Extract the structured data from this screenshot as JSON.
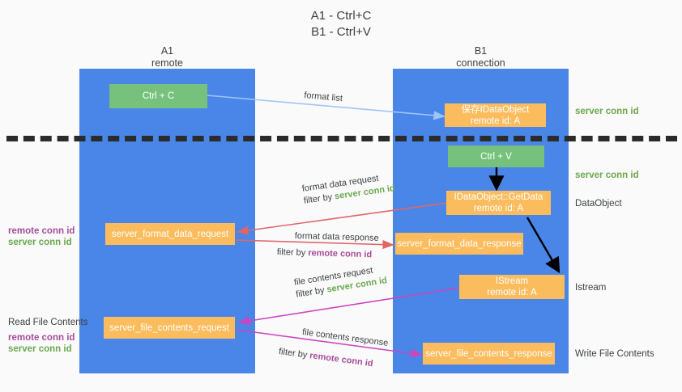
{
  "title": {
    "line1": "A1 - Ctrl+C",
    "line2": "B1 - Ctrl+V"
  },
  "columns": [
    {
      "id": "a1",
      "name": "A1",
      "subtitle": "remote",
      "color": "#4a86e8"
    },
    {
      "id": "b1",
      "name": "B1",
      "subtitle": "connection",
      "color": "#4a86e8"
    }
  ],
  "nodes": {
    "ctrl_c": {
      "label": "Ctrl + C",
      "color": "#76c27d"
    },
    "save_dataobject": {
      "line1": "保存IDataObject",
      "line2": "remote id: A",
      "color": "#fbbc5e"
    },
    "ctrl_v": {
      "label": "Ctrl + V",
      "color": "#76c27d"
    },
    "getdata": {
      "line1": "IDataObject::GetData",
      "line2": "remote id: A",
      "color": "#fbbc5e"
    },
    "format_data_request": {
      "label": "server_format_data_request",
      "color": "#fbbc5e"
    },
    "format_data_response": {
      "label": "server_format_data_response",
      "color": "#fbbc5e"
    },
    "istream": {
      "line1": "IStream",
      "line2": "remote id: A",
      "color": "#fbbc5e"
    },
    "file_contents_request": {
      "label": "server_file_contents_request",
      "color": "#fbbc5e"
    },
    "file_contents_response": {
      "label": "server_file_contents_response",
      "color": "#fbbc5e"
    }
  },
  "edge_labels": {
    "format_list": "format list",
    "format_data_request_title": "format data request",
    "format_data_request_filter_prefix": "filter by ",
    "format_data_request_filter_value": "server conn id",
    "format_data_response_title": "format data response",
    "format_data_response_filter_prefix": "filter by ",
    "format_data_response_filter_value": "remote conn id",
    "file_contents_request_title": "file contents request",
    "file_contents_request_filter_prefix": "filter by ",
    "file_contents_request_filter_value": "server conn id",
    "file_contents_response_title": "file contents response",
    "file_contents_response_filter_prefix": "filter by ",
    "file_contents_response_filter_value": "remote conn id"
  },
  "annotations": {
    "right_server_conn_id_1": "server conn id",
    "right_server_conn_id_2": "server conn id",
    "right_dataobject": "DataObject",
    "right_istream": "Istream",
    "right_write_file_contents": "Write File Contents",
    "left_remote_conn_id_1": "remote conn id",
    "left_server_conn_id_1": "server conn id",
    "left_read_file_contents": "Read File Contents",
    "left_remote_conn_id_2": "remote conn id",
    "left_server_conn_id_2": "server conn id"
  },
  "colors": {
    "column_blue": "#4a86e8",
    "node_green": "#76c27d",
    "node_orange": "#fbbc5e",
    "arrow_lightblue": "#9fc5f8",
    "arrow_red": "#e06666",
    "arrow_magenta": "#cc46c0",
    "arrow_purple": "#a64d9a",
    "arrow_black": "#000000",
    "text_green": "#6aa84f",
    "text_purple": "#a64d9a",
    "background": "#fafafa"
  }
}
